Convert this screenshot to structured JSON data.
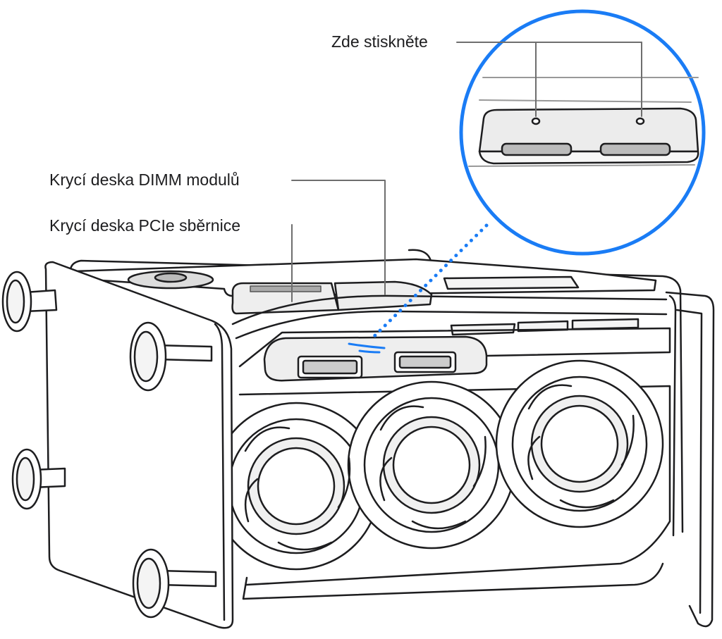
{
  "labels": {
    "press_here": "Zde stiskněte",
    "dimm_cover": "Krycí deska DIMM modulů",
    "pcie_cover": "Krycí deska PCIe sběrnice"
  },
  "colors": {
    "callout_circle": "#1a7cf5",
    "leader_line": "#6e6e6e",
    "outline": "#1d1d1f",
    "cover_fill": "#eeeeee",
    "background": "#ffffff"
  },
  "icons": [
    "magnifier-callout",
    "down-arrow-indicator",
    "fan-icon"
  ]
}
